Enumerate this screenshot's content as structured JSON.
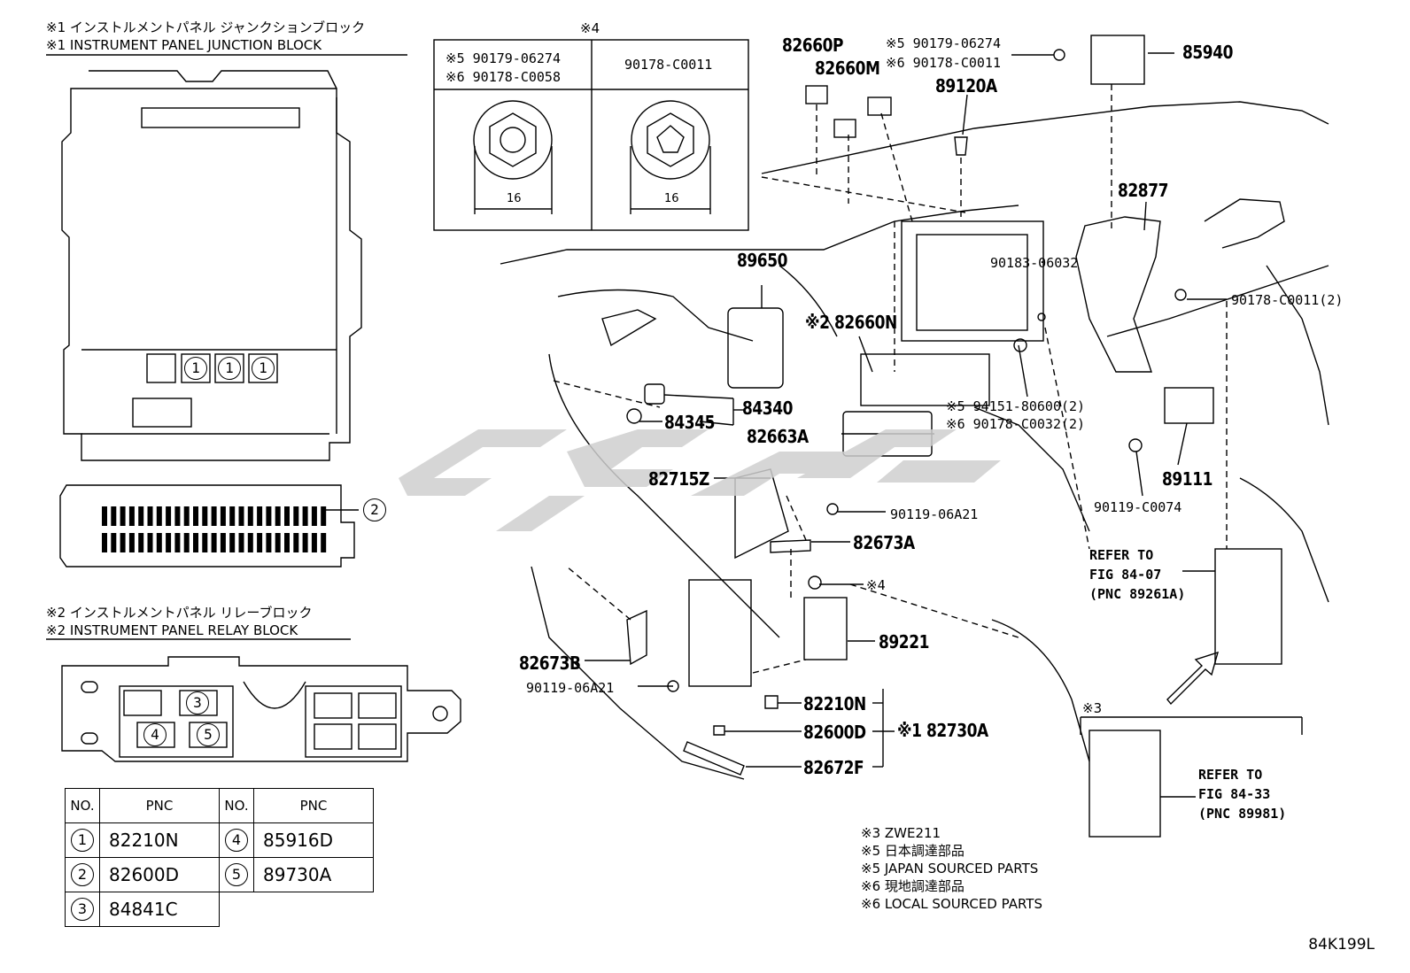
{
  "headers": {
    "jb_jp": "※1 インストルメントパネル ジャンクションブロック",
    "jb_en": "※1 INSTRUMENT PANEL JUNCTION BLOCK",
    "rb_jp": "※2 インストルメントパネル リレーブロック",
    "rb_en": "※2 INSTRUMENT PANEL RELAY BLOCK"
  },
  "callouts": {
    "c1": "1",
    "c2": "2",
    "c3": "3",
    "c4": "4",
    "c5": "5"
  },
  "nut_box": {
    "title": "※4",
    "left_line1": "※5 90179-06274",
    "left_line2": "※6 90178-C0058",
    "right_line": "90178-C0011",
    "dim_left": "16",
    "dim_right": "16"
  },
  "pnc_table": {
    "header_no": "NO.",
    "header_pnc": "PNC",
    "rows": [
      {
        "no": "1",
        "pnc": "82210N",
        "no2": "4",
        "pnc2": "85916D"
      },
      {
        "no": "2",
        "pnc": "82600D",
        "no2": "5",
        "pnc2": "89730A"
      },
      {
        "no": "3",
        "pnc": "84841C",
        "no2": "",
        "pnc2": ""
      }
    ]
  },
  "parts": {
    "p82660P": "82660P",
    "p82660M": "82660M",
    "p5_90179": "※5 90179-06274",
    "p6_90178": "※6 90178-C0011",
    "p85940": "85940",
    "p89120A": "89120A",
    "p82877": "82877",
    "p89650": "89650",
    "p90183": "90183-06032",
    "p90178_2": "90178-C0011(2)",
    "p82660N": "※2 82660N",
    "p84340": "84340",
    "p84345": "84345",
    "p5_94151": "※5 94151-80600(2)",
    "p6_90178_32": "※6 90178-C0032(2)",
    "p82663A": "82663A",
    "p89111": "89111",
    "p82715Z": "82715Z",
    "p90119_06A21": "90119-06A21",
    "p90119_C0074": "90119-C0074",
    "p82673A": "82673A",
    "p_note4": "※4",
    "p89221": "89221",
    "p82673B": "82673B",
    "p90119_06A21b": "90119-06A21",
    "p82210N": "82210N",
    "p82600D": "82600D",
    "p82730A": "※1 82730A",
    "p82672F": "82672F"
  },
  "refer1": {
    "l1": "REFER TO",
    "l2": "FIG 84-07",
    "l3": "(PNC 89261A)"
  },
  "refer2": {
    "l1": "REFER TO",
    "l2": "FIG 84-33",
    "l3": "(PNC 89981)"
  },
  "note3_mark": "※3",
  "notes": [
    "※3 ZWE211",
    "※5 日本調達部品",
    "※5 JAPAN SOURCED PARTS",
    "※6 現地調達部品",
    "※6 LOCAL SOURCED PARTS"
  ],
  "figure_code": "84K199L",
  "colors": {
    "line": "#000000",
    "watermark": "#cfcfcf"
  }
}
